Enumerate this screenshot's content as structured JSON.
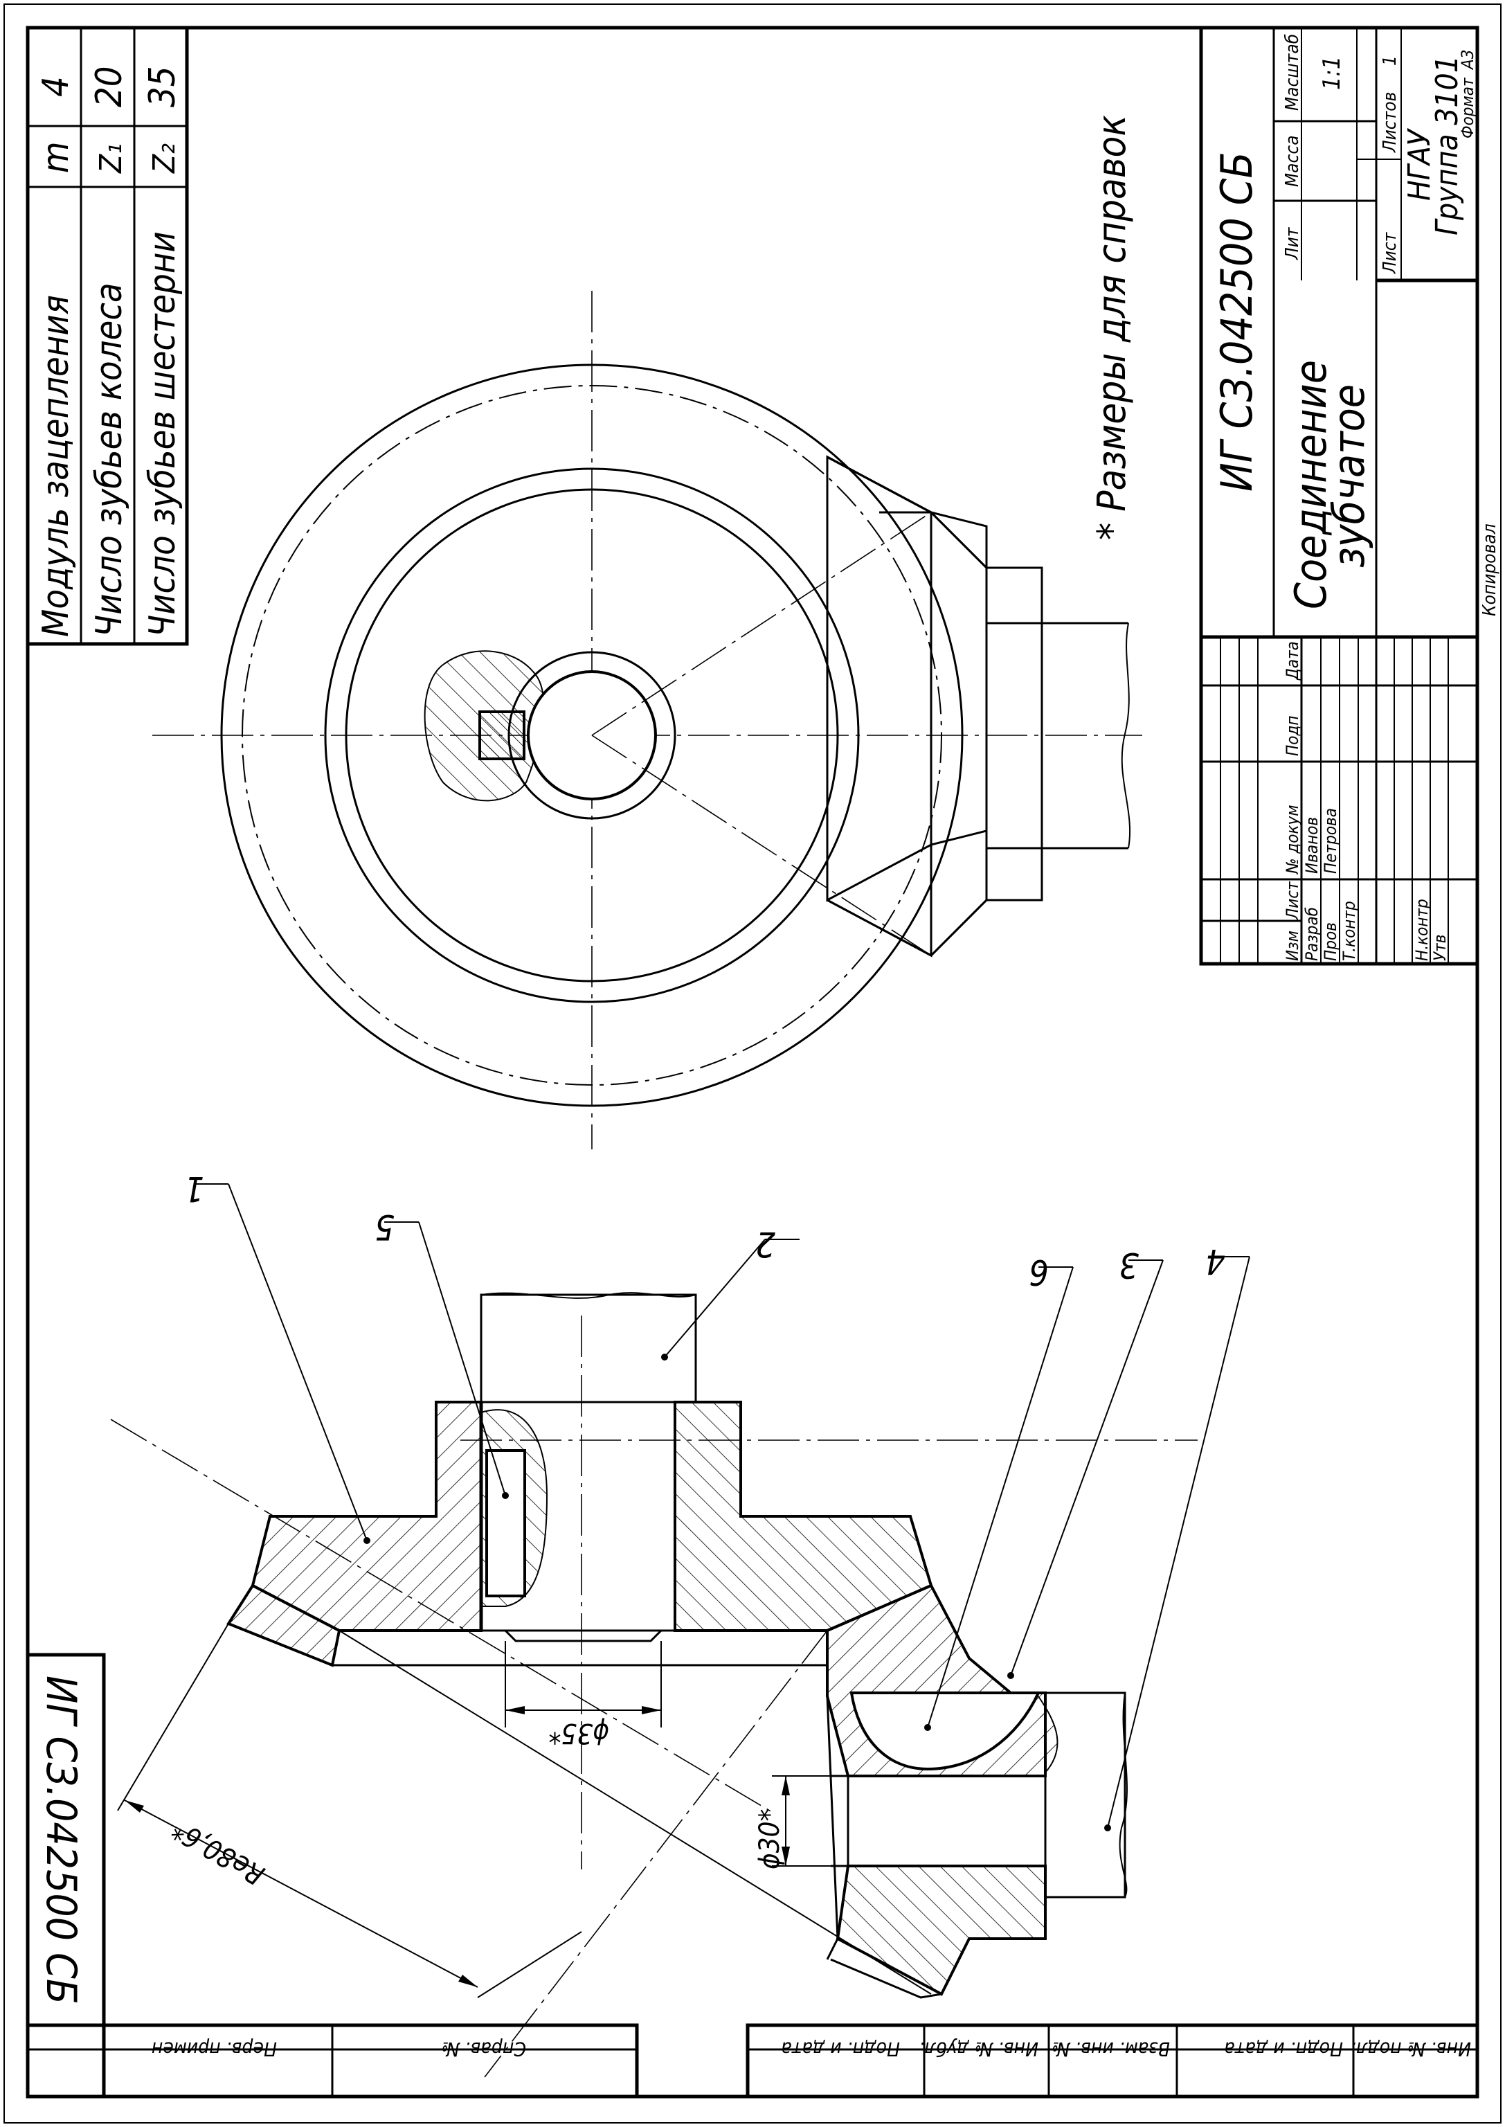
{
  "drawing": {
    "designation": "ИГ СЗ.042500 СБ",
    "name_line1": "Соединение",
    "name_line2": "зубчатое",
    "note": "* Размеры для справок",
    "copy_label": "Копировал",
    "format_label": "Формат",
    "format_value": "А3"
  },
  "params_table": {
    "rows": [
      {
        "label": "Модуль зацепления",
        "symbol": "m",
        "value": "4"
      },
      {
        "label": "Число зубьев колеса",
        "symbol": "Z₁",
        "value": "20"
      },
      {
        "label": "Число зубьев шестерни",
        "symbol": "Z₂",
        "value": "35"
      }
    ]
  },
  "title_block": {
    "lit_label": "Лит",
    "mass_label": "Масса",
    "scale_label": "Масштаб",
    "scale_value": "1:1",
    "sheet_label": "Лист",
    "sheets_label": "Листов",
    "sheets_value": "1",
    "org_line1": "НГАУ",
    "org_line2": "Группа 3101",
    "headers": [
      "Изм",
      "Лист",
      "№ докум",
      "Подп",
      "Дата"
    ],
    "roles": [
      "Разраб",
      "Пров",
      "Т.контр",
      "Н.контр",
      "Утв"
    ],
    "names": [
      "Иванов",
      "Петрова"
    ]
  },
  "side_stamp": {
    "designation": "ИГ СЗ.042500 СБ",
    "perv_primen": "Перв. примен",
    "sprav_no": "Справ. №"
  },
  "bottom_strip": [
    "Подп. и дата",
    "Инв. № дубл.",
    "Взам. инв. №",
    "Подп. и дата",
    "Инв. № подл."
  ],
  "leaders": [
    "1",
    "5",
    "2",
    "6",
    "3",
    "4"
  ],
  "dimensions": {
    "d35": "ϕ35*",
    "d30": "ϕ30*",
    "re": "Re80,6*"
  }
}
